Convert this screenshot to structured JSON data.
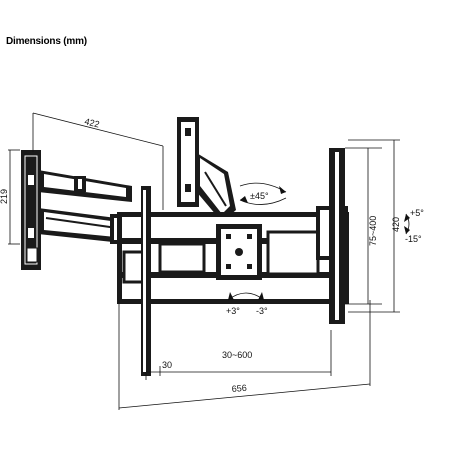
{
  "title": "Dimensions (mm)",
  "dimensions": {
    "arm_length": "422",
    "wall_plate_height": "219",
    "plate_span": "30~600",
    "plate_offset": "30",
    "overall_width": "656",
    "vesa_vertical": "75~400",
    "overall_height": "420",
    "swivel": "±45°",
    "tilt_up": "+5°",
    "tilt_down": "-15°",
    "rotation_pos": "+3°",
    "rotation_neg": "-3°"
  },
  "colors": {
    "ink": "#111111",
    "panel": "#1a1a1a",
    "paper": "#ffffff"
  }
}
